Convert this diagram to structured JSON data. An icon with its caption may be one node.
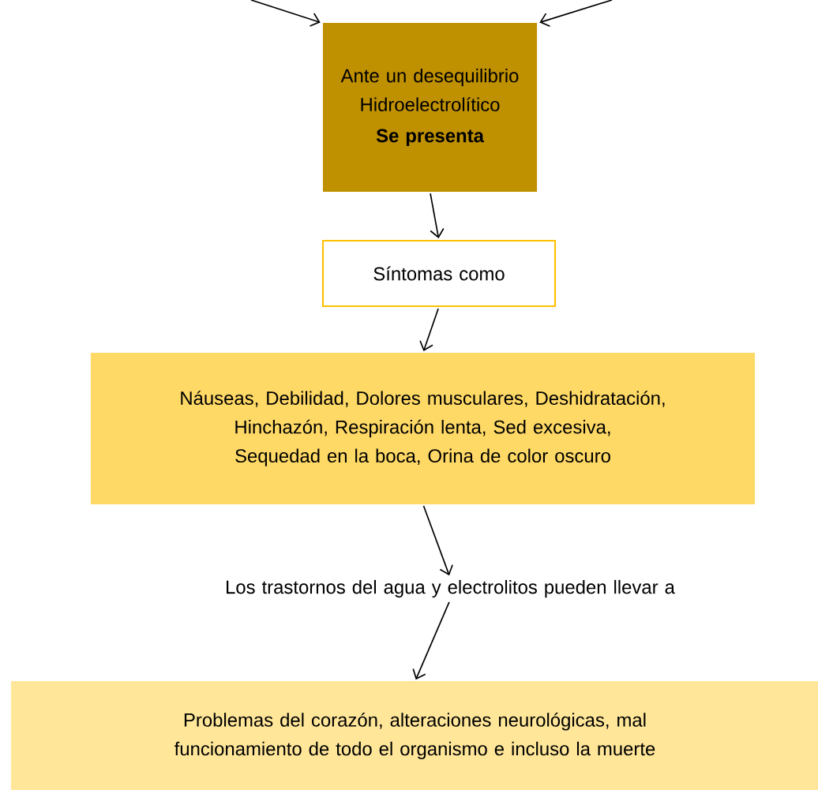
{
  "diagram": {
    "nodes": [
      {
        "text": [
          "Ante un desequilibrio Hidroelectrolítico",
          "Se presenta"
        ]
      },
      {
        "text": [
          "Síntomas como"
        ]
      },
      {
        "text": [
          "Náuseas, Debilidad, Dolores musculares, Deshidratación, Hinchazón, Respiración lenta, Sed excesiva, Sequedad en la boca, Orina de color oscuro"
        ]
      },
      {
        "text": [
          "Los trastornos del agua y electrolitos pueden llevar a"
        ]
      },
      {
        "text": [
          "Problemas del corazón, alteraciones neurológicas, mal funcionamiento de todo el organismo e incluso la muerte"
        ]
      }
    ],
    "edges": [
      {
        "from": null,
        "to": 0,
        "arrow": "to"
      },
      {
        "from": null,
        "to": 0,
        "arrow": "to"
      },
      {
        "from": 0,
        "to": 1,
        "arrow": "to"
      },
      {
        "from": 1,
        "to": 2,
        "arrow": "to"
      },
      {
        "from": 2,
        "to": 3,
        "arrow": "to"
      },
      {
        "from": 3,
        "to": 4,
        "arrow": "to"
      }
    ]
  }
}
